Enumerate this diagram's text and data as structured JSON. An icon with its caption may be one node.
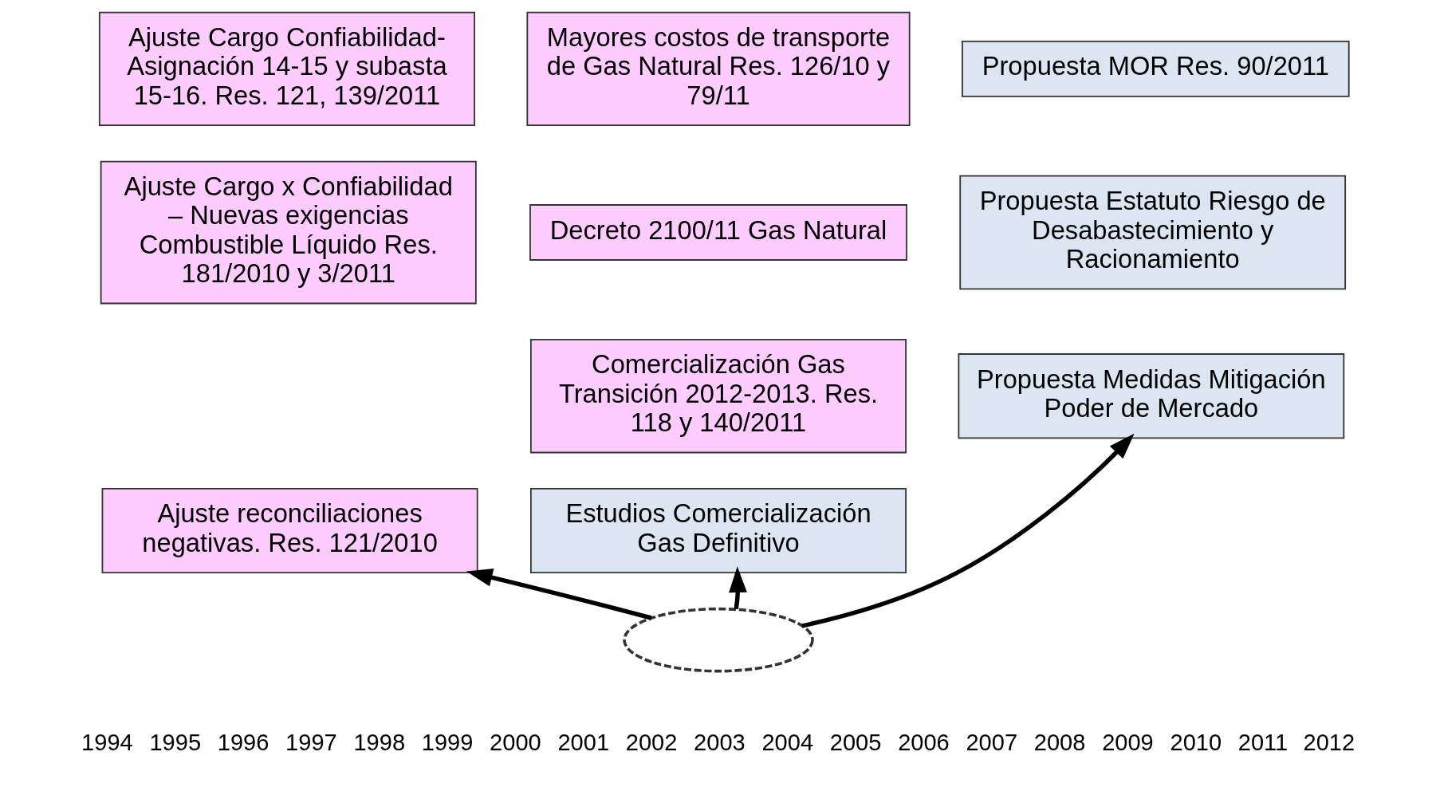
{
  "diagram": {
    "nodes": [
      {
        "text": [
          "Ajuste Cargo Confiabilidad-Asignación 14-15 y subasta 15-16. Res. 121, 139/2011"
        ]
      },
      {
        "text": [
          "Ajuste Cargo x Confiabilidad – Nuevas exigencias Combustible Líquido Res. 181/2010 y 3/2011"
        ]
      },
      {
        "text": [
          "Ajuste reconciliaciones negativas. Res. 121/2010"
        ]
      },
      {
        "text": [
          "Mayores costos de transporte de Gas Natural Res. 126/10 y 79/11"
        ]
      },
      {
        "text": [
          "Decreto 2100/11 Gas Natural"
        ]
      },
      {
        "text": [
          "Comercialización Gas Transición 2012-2013. Res. 118 y 140/2011"
        ]
      },
      {
        "text": [
          "Estudios Comercialización Gas Definitivo"
        ]
      },
      {
        "text": [
          "Propuesta MOR Res. 90/2011"
        ]
      },
      {
        "text": [
          "Propuesta Estatuto Riesgo de Desabastecimiento y Racionamiento"
        ]
      },
      {
        "text": [
          "Propuesta Medidas Mitigación Poder de Mercado"
        ]
      },
      {
        "text": [],
        "shape": "ellipse"
      }
    ],
    "edges": [
      {
        "from": 10,
        "to": 2,
        "arrow": "to"
      },
      {
        "from": 10,
        "to": 6,
        "arrow": "to"
      },
      {
        "from": 10,
        "to": 9,
        "arrow": "to"
      }
    ],
    "labels": [
      "1994",
      "1995",
      "1996",
      "1997",
      "1998",
      "1999",
      "2000",
      "2001",
      "2002",
      "2003",
      "2004",
      "2005",
      "2006",
      "2007",
      "2008",
      "2009",
      "2010",
      "2011",
      "2012"
    ]
  }
}
